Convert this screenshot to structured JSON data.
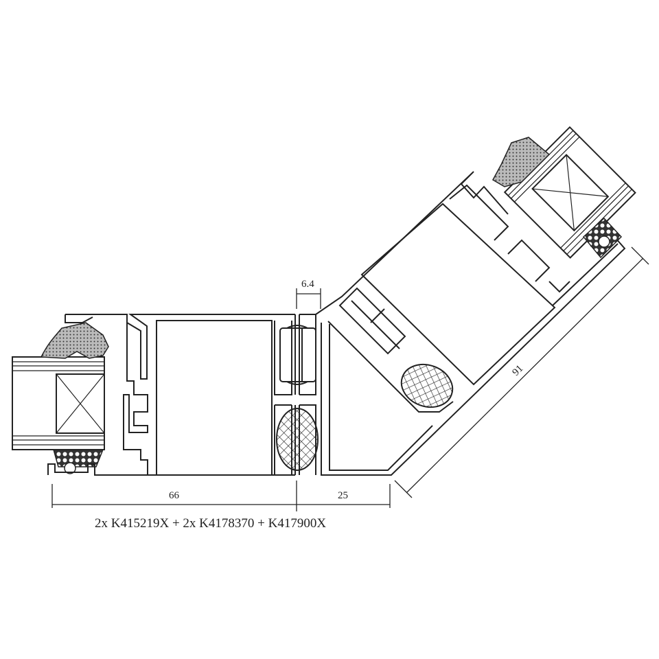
{
  "drawing": {
    "dimensions": {
      "gap": "6.4",
      "left_width": "66",
      "right_width": "25",
      "angled_length": "91"
    },
    "caption": "2x K415219X + 2x K4178370 + K417900X"
  }
}
